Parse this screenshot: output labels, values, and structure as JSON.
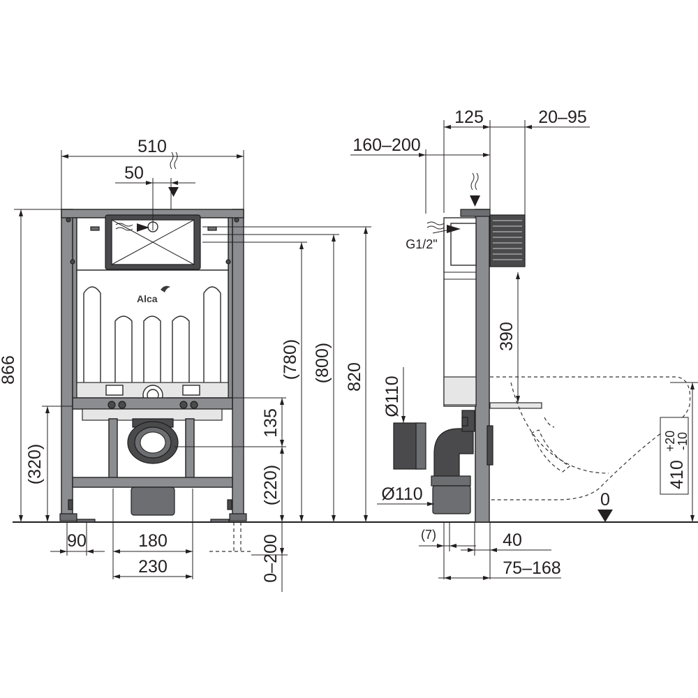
{
  "front_view": {
    "width": "510",
    "offset": "50",
    "height_total": "866",
    "height_320": "(320)",
    "height_780": "(780)",
    "height_800": "(800)",
    "height_820": "820",
    "height_135": "135",
    "height_220": "(220)",
    "range_0_200": "0–200",
    "width_90": "90",
    "width_180": "180",
    "width_230": "230",
    "brand": "Alca"
  },
  "side_view": {
    "depth_125": "125",
    "depth_20_95": "20–95",
    "depth_160_200": "160–200",
    "thread": "G1/2\"",
    "height_390": "390",
    "pipe_upper": "Ø110",
    "pipe_lower": "Ø110",
    "offset_7": "(7)",
    "offset_40": "40",
    "range_75_168": "75–168",
    "zero_level": "0",
    "seat_height": "410",
    "tol_plus": "+20",
    "tol_minus": "-10"
  }
}
